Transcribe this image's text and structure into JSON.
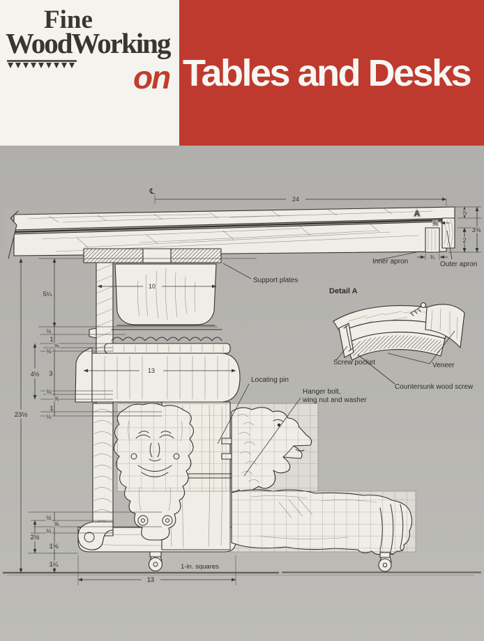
{
  "cover": {
    "publisher_line1": "Fine",
    "publisher_line2": "WoodWorking",
    "connector": "on",
    "title": "Tables and Desks",
    "colors": {
      "banner_red": "#bf3a2e",
      "paper_white": "#f4f3ee",
      "page_gray": "#b4b3af",
      "ink": "#32302b"
    }
  },
  "diagram": {
    "centerline_symbol": "℄",
    "dims": {
      "top_width": "24",
      "detail_marker": "A",
      "edge_thickness": "⅞",
      "edge_notch": "¾",
      "apron_height": "2",
      "edge_total": "3⅝",
      "inner_apron_width": "¾",
      "column_top_width": "10",
      "column_block_width": "13",
      "seg_5_25": "5¼",
      "seg_half_a": "½",
      "seg_one_a": "1",
      "seg_58_a": "⅝",
      "seg_18_a": "⅛",
      "seg_4_5": "4½",
      "seg_three": "3",
      "seg_18_b": "⅛",
      "seg_58_b": "⅝",
      "seg_one_b": "1",
      "seg_quarter_a": "¼",
      "overall_height": "23½",
      "seg_half_b": "½",
      "seg_58_c": "⅝",
      "seg_quarter_b": "¼",
      "seg_2_5": "2½",
      "seg_1_58": "1⅝",
      "seg_1_25": "1¼",
      "base_width": "13"
    },
    "labels": {
      "support_plates": "Support plates",
      "inner_apron": "Inner apron",
      "outer_apron": "Outer apron",
      "detail_a": "Detail A",
      "screw_pocket": "Screw pocket",
      "veneer": "Veneer",
      "countersunk": "Countersunk wood screw",
      "locating_pin": "Locating pin",
      "hanger_bolt_line1": "Hanger bolt,",
      "hanger_bolt_line2": "wing nut and washer",
      "grid_note": "1-in. squares"
    }
  }
}
